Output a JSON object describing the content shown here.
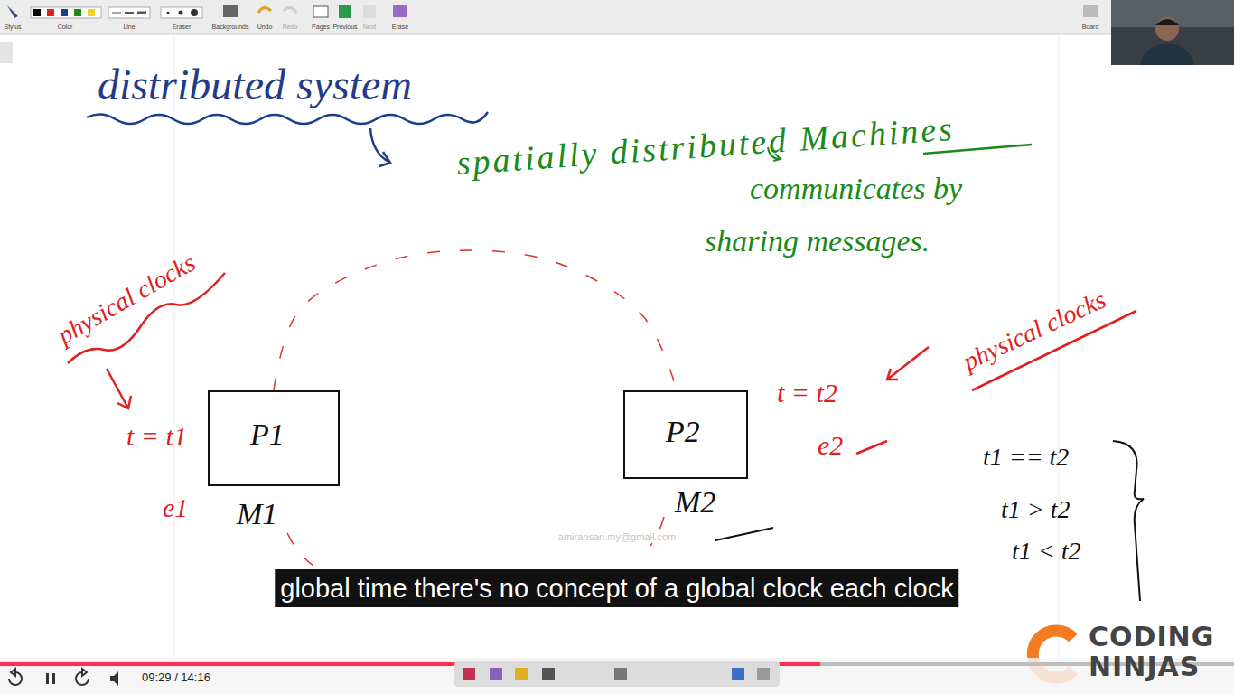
{
  "diagram": {
    "title": "distributed system",
    "caption": "global time there's no concept of a global clock each clock",
    "nodes": [
      {
        "text": [
          "P1",
          "M1"
        ]
      },
      {
        "text": [
          "P2",
          "M2"
        ]
      }
    ],
    "edges": [
      {
        "from": 0,
        "to": 1,
        "arrow": "none"
      }
    ],
    "labels": [
      "spatially distributed Machines",
      "communicates by sharing messages.",
      "physical clocks",
      "t = t1",
      "e1",
      "t = t2",
      "e2",
      "physical clocks",
      "t1 == t2",
      "t1 > t2",
      "t1 < t2",
      "amiransari.my@gmail.com",
      "CODING",
      "NINJAS",
      "09:29 / 14:16",
      "Stylus",
      "Color",
      "Line",
      "Eraser",
      "Backgrounds",
      "Undo",
      "Redo",
      "Pages",
      "Previous",
      "Next",
      "Erase",
      "Board"
    ]
  }
}
